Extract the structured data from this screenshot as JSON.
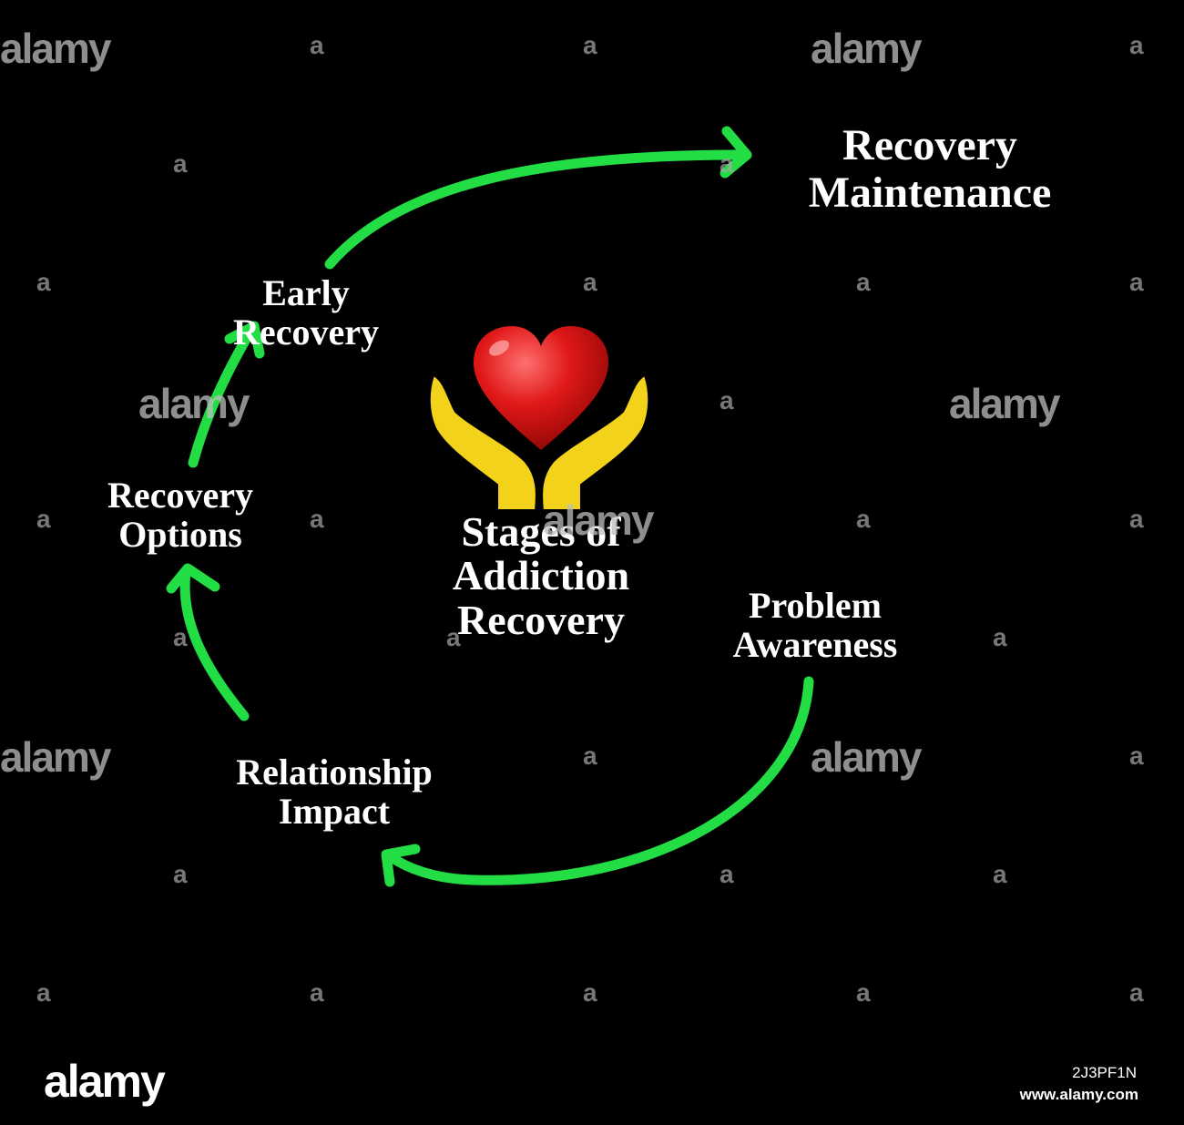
{
  "diagram": {
    "center_title": [
      "Stages of",
      "Addiction",
      "Recovery"
    ],
    "stages": {
      "problem_awareness": [
        "Problem",
        "Awareness"
      ],
      "relationship_impact": [
        "Relationship",
        "Impact"
      ],
      "recovery_options": [
        "Recovery",
        "Options"
      ],
      "early_recovery": [
        "Early",
        "Recovery"
      ],
      "recovery_maintenance": [
        "Recovery",
        "Maintenance"
      ]
    },
    "icon": "heart-in-hands-icon",
    "colors": {
      "background": "#000000",
      "arrow": "#22dd44",
      "heart": "#e01818",
      "hands": "#f2d21a",
      "text": "#ffffff"
    }
  },
  "watermark": {
    "word": "alamy",
    "letter": "a"
  },
  "footer": {
    "logo": "alamy",
    "image_id": "2J3PF1N",
    "url": "www.alamy.com"
  }
}
